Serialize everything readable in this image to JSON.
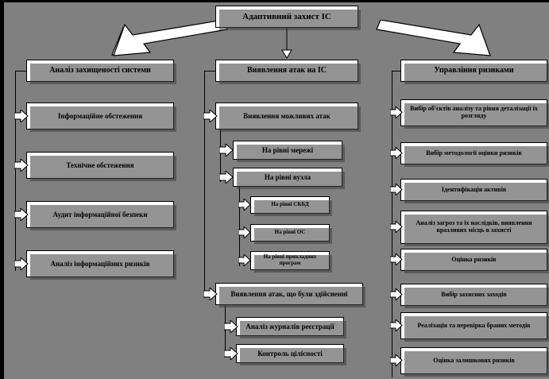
{
  "diagram": {
    "title": "Адаптивний захист ІС",
    "root": {
      "label": "Адаптивний захист ІС"
    },
    "columns": [
      {
        "id": "analysis",
        "header": "Аналіз захищеності системи",
        "items": [
          {
            "label": "Інформаційне обстеження"
          },
          {
            "label": "Технічне обстеження"
          },
          {
            "label": "Аудит інформаційної безпеки"
          },
          {
            "label": "Аналіз інформаційних ризиків"
          }
        ]
      },
      {
        "id": "detection",
        "header": "Виявлення атак на ІС",
        "items": [
          {
            "label": "Виявлення можливих атак"
          },
          {
            "label": "На рівні мережі"
          },
          {
            "label": "На рівні вузла"
          },
          {
            "label": "На рівні СКБД"
          },
          {
            "label": "На рівні ОС"
          },
          {
            "label": "На рівні прикладних програм"
          },
          {
            "label": "Виявлення атак, що були здійсненні"
          },
          {
            "label": "Аналіз журналів реєстрації"
          },
          {
            "label": "Контроль цілісності"
          }
        ]
      },
      {
        "id": "risk",
        "header": "Управління ризиками",
        "items": [
          {
            "label": "Вибір об'єктів аналізу та рівня деталізації їх розгляду"
          },
          {
            "label": "Вибір методології оцінки ризиків"
          },
          {
            "label": "Ідентифікація активів"
          },
          {
            "label": "Аналіз загроз та їх наслідків, виявлення вразливих місць в захисті"
          },
          {
            "label": "Оцінка ризиків"
          },
          {
            "label": "Вибір захисних заходів"
          },
          {
            "label": "Реалізація та перевірка браних методів"
          },
          {
            "label": "Оцінка залишкових ризиків"
          }
        ]
      }
    ],
    "colors": {
      "background": "#808080",
      "box_fill": "#ffffff",
      "box_stroke": "#000000",
      "arrow_fill": "#ffffff",
      "arrow_stroke": "#000000",
      "shadow": "#3c3c3c"
    }
  }
}
